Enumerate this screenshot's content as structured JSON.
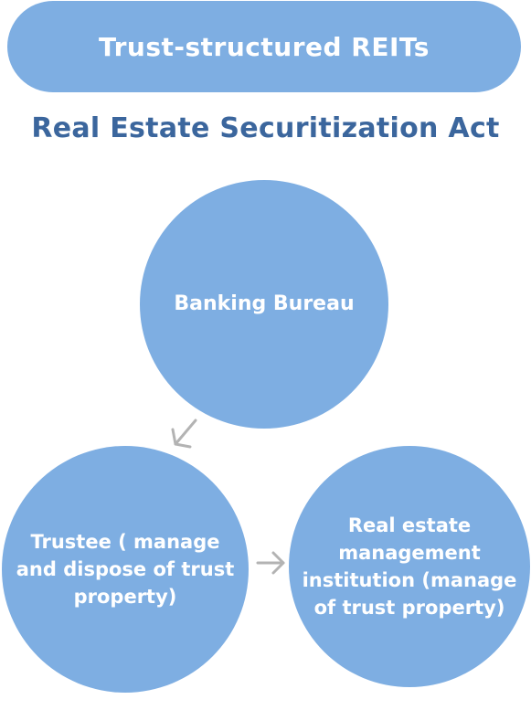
{
  "header": {
    "title": "Trust-structured REITs"
  },
  "subtitle": "Real Estate Securitization Act",
  "nodes": {
    "top": "Banking Bureau",
    "left": "Trustee ( manage and dispose of trust property)",
    "right": "Real estate management institution (manage of trust property)"
  },
  "colors": {
    "node_fill": "#7eaee2",
    "subtitle_text": "#3b669d",
    "arrow": "#b3b3b3"
  },
  "icons": {
    "arrow_down_left": "arrow-down-left-icon",
    "arrow_right": "arrow-right-icon"
  }
}
